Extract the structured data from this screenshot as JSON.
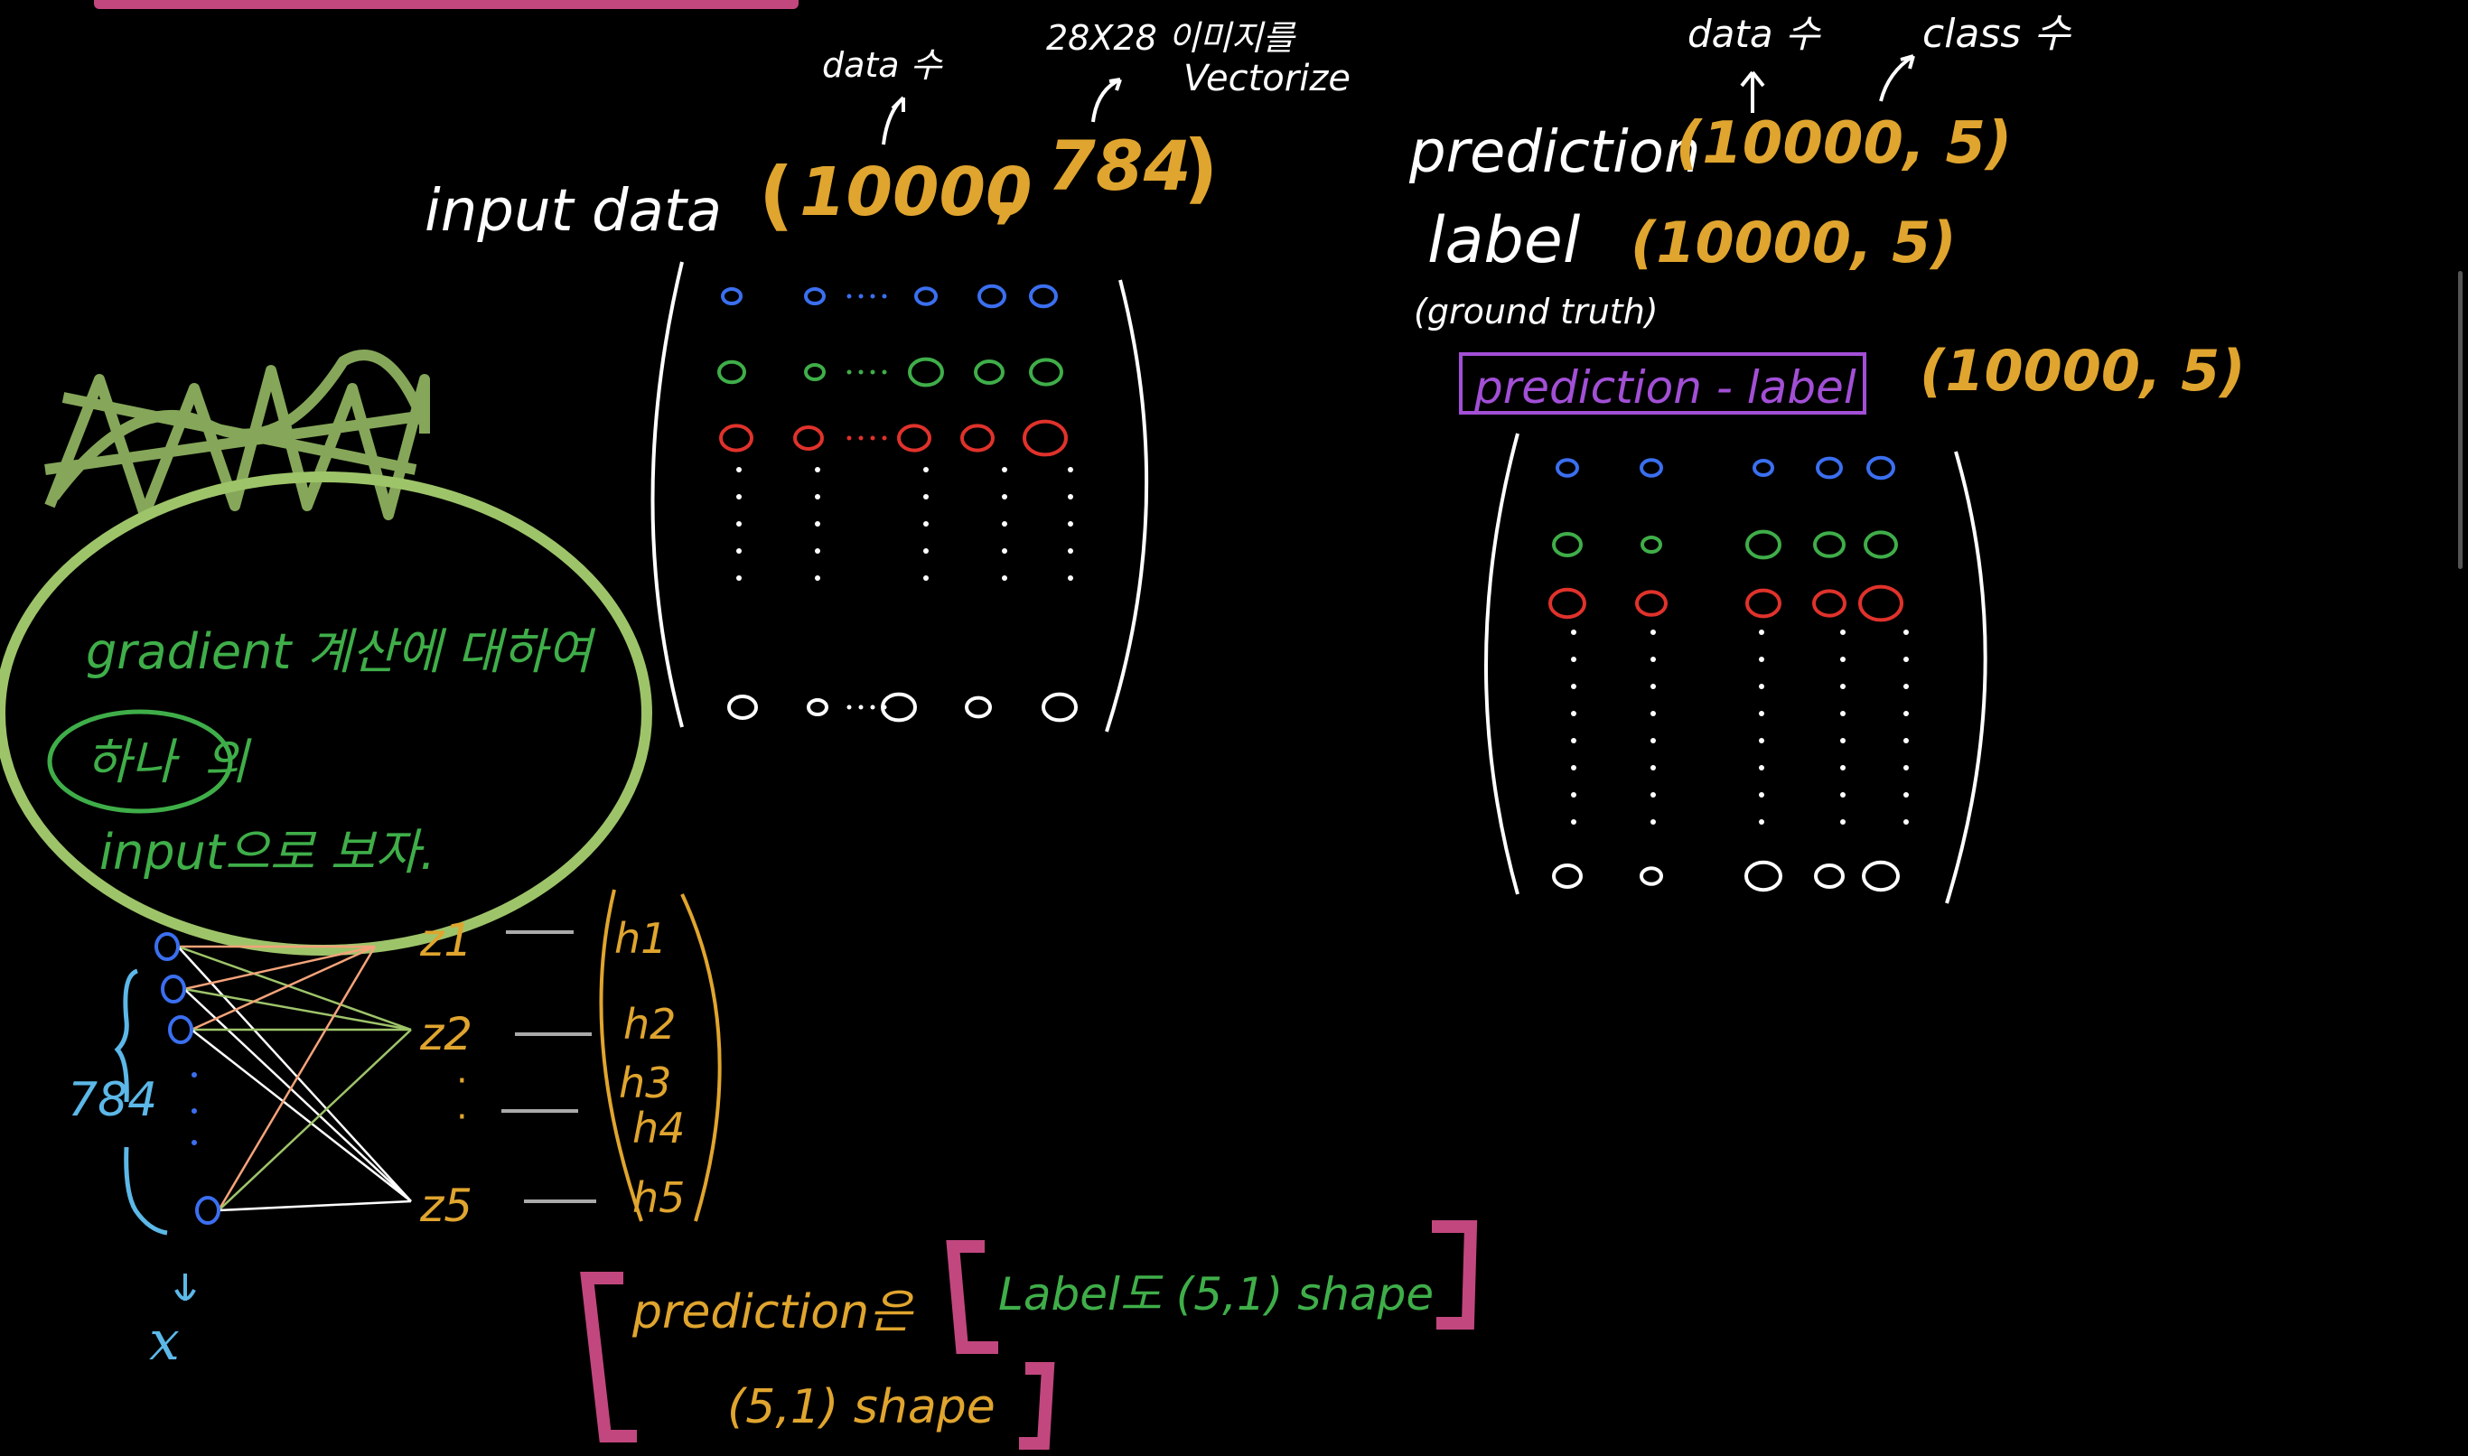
{
  "input_section": {
    "label": "input data",
    "shape_open": "(",
    "rows": "10000",
    "comma": ",",
    "cols": "784",
    "shape_close": ")",
    "annot_rows": "data 수",
    "annot_cols_1": "28X28 이미지를",
    "annot_cols_2": "Vectorize"
  },
  "prediction_section": {
    "pred_label": "prediction",
    "pred_shape": "(10000, 5)",
    "label_label": "label",
    "label_shape": "(10000, 5)",
    "ground_truth": "(ground truth)",
    "annot_rows": "data 수",
    "annot_cols": "class 수",
    "diff_box": "prediction - label",
    "diff_shape": "(10000, 5)"
  },
  "note": {
    "line1": "gradient 계산에 대하여",
    "line2_circled": "하나",
    "line2_rest": "의",
    "line3": "input으로 보자."
  },
  "network": {
    "input_count": "784",
    "input_var": "x",
    "z_labels": [
      "z1",
      "z2",
      "z5"
    ],
    "h_labels": [
      "h1",
      "h2",
      "h3",
      "h4",
      "h5"
    ]
  },
  "bottom_note": {
    "line1": "prediction은",
    "inner": "Label도 (5,1) shape",
    "line2": "(5,1) shape"
  },
  "colors": {
    "blue": "#3b6ff0",
    "green": "#3fae49",
    "red": "#e0322b",
    "orange": "#e0a52e",
    "purple": "#a24fd6",
    "pink": "#c2477e",
    "lightgreen": "#9ec46a",
    "cyan": "#5cb8e8",
    "white": "#ffffff"
  }
}
